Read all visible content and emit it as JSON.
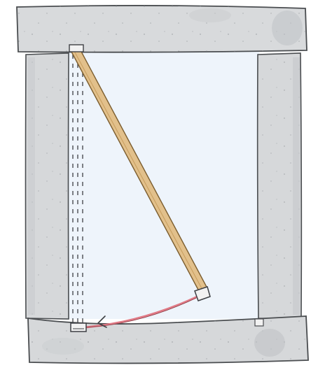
{
  "diagram": {
    "kind": "hand-drawn window-frame sketch",
    "colors": {
      "paper": "#ffffff",
      "opening": "#eef4fb",
      "stone": "#d6d8da",
      "stone_dark": "#bfc3c6",
      "stone_outline": "#4a4d50",
      "rod": "#e2c08b",
      "rod_outline": "#7a5c2e",
      "hinge": "#f2f2f2",
      "string": "#e07a86",
      "dashes": "#3e4044"
    },
    "parts": [
      "top-lintel",
      "left-jamb",
      "right-jamb",
      "bottom-sill",
      "open-pane-outline",
      "tilted-rod",
      "top-hinge",
      "bottom-hinge",
      "rod-end-cap",
      "red-string",
      "arrow-mark"
    ]
  }
}
